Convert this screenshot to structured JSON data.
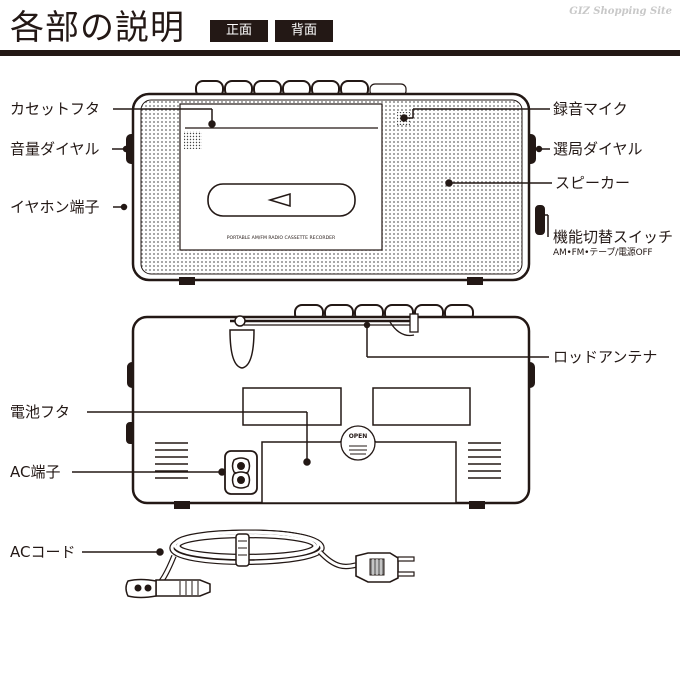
{
  "header": {
    "title": "各部の説明",
    "tag_front": "正面",
    "tag_back": "背面",
    "site": "GIZ Shopping Site"
  },
  "front": {
    "model_text": "PORTABLE AM/FM RADIO CASSETTE RECORDER",
    "labels": {
      "cassette_lid": "カセットフタ",
      "volume_dial": "音量ダイヤル",
      "earphone_jack": "イヤホン端子",
      "microphone": "録音マイク",
      "tuning_dial": "選局ダイヤル",
      "speaker": "スピーカー",
      "mode_switch": "機能切替スイッチ",
      "mode_switch_sub": "AM•FM•テープ/電源OFF"
    }
  },
  "back": {
    "open_text": "OPEN",
    "labels": {
      "rod_antenna": "ロッドアンテナ",
      "battery_lid": "電池フタ",
      "ac_jack": "AC端子"
    }
  },
  "cord": {
    "label": "ACコード"
  }
}
